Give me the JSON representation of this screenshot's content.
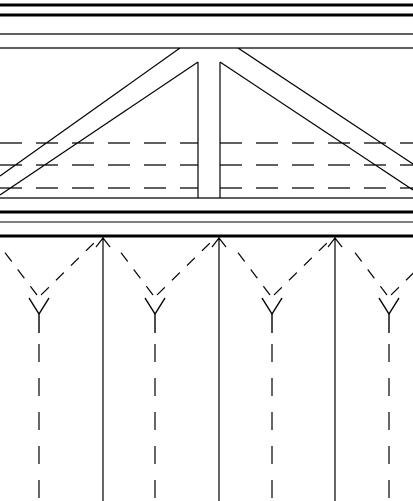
{
  "drawing": {
    "stroke_color": "#000000",
    "background_color": "#ffffff",
    "line_styles": [
      "solid",
      "dashed"
    ],
    "shapes": [
      "horizontal-beam-lines",
      "triangular-truss-panels",
      "vertical-posts",
      "y-shaped-dashed-hangers"
    ]
  }
}
